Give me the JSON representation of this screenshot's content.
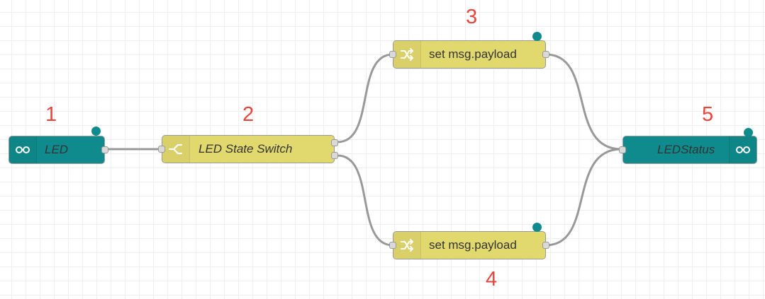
{
  "nodes": {
    "led_in": {
      "label": "LED",
      "icon": "arduino-icon",
      "color": "#0f8b8d"
    },
    "switch": {
      "label": "LED State Switch",
      "icon": "switch-icon",
      "color": "#e2d96e"
    },
    "change_top": {
      "label": "set msg.payload",
      "icon": "shuffle-icon",
      "color": "#e2d96e"
    },
    "change_bottom": {
      "label": "set msg.payload",
      "icon": "shuffle-icon",
      "color": "#e2d96e"
    },
    "led_out": {
      "label": "LEDStatus",
      "icon": "arduino-icon",
      "color": "#0f8b8d"
    }
  },
  "annotations": {
    "n1": "1",
    "n2": "2",
    "n3": "3",
    "n4": "4",
    "n5": "5"
  },
  "colors": {
    "annotation": "#e8453c",
    "wire": "#999999",
    "status": "#0f8b8d"
  }
}
